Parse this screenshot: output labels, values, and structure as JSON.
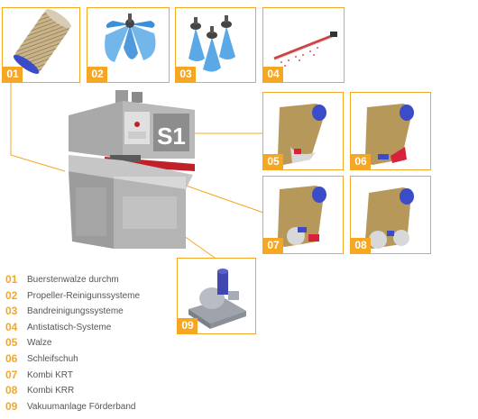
{
  "boxes": [
    {
      "num": "01",
      "label": "Buerstenwalze durchm"
    },
    {
      "num": "02",
      "label": "Propeller-Reinigunssysteme"
    },
    {
      "num": "03",
      "label": "Bandreinigungssysteme"
    },
    {
      "num": "04",
      "label": "Antistatisch-Systeme"
    },
    {
      "num": "05",
      "label": "Walze"
    },
    {
      "num": "06",
      "label": "Schleifschuh"
    },
    {
      "num": "07",
      "label": "Kombi KRT"
    },
    {
      "num": "08",
      "label": "Kombi KRR"
    },
    {
      "num": "09",
      "label": "Vakuumanlage Förderband"
    }
  ],
  "machine": {
    "model": "S1"
  },
  "colors": {
    "accent": "#f5a623",
    "legend_text": "#555555",
    "roller": "#b6985a",
    "blue": "#3a4cc8",
    "red": "#d6223a"
  }
}
